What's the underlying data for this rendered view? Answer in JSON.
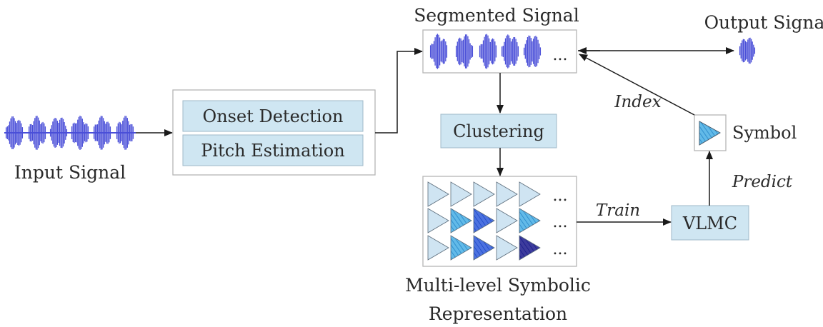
{
  "labels": {
    "input_signal": "Input Signal",
    "segmented_signal": "Segmented Signal",
    "output_signal": "Output Signal",
    "onset_detection": "Onset Detection",
    "pitch_estimation": "Pitch Estimation",
    "clustering": "Clustering",
    "multilevel_line1": "Multi-level Symbolic",
    "multilevel_line2": "Representation",
    "vlmc": "VLMC",
    "symbol": "Symbol",
    "index": "Index",
    "predict": "Predict",
    "train": "Train",
    "ellipsis": "..."
  },
  "colors": {
    "box_fill": "#cfe6f2",
    "box_stroke": "#9fb8c8",
    "waveform": "#4a4fd8",
    "tri_light": "#cfe4f2",
    "tri_cyan": "#2ea3e0",
    "tri_blue": "#1f4fd8",
    "tri_dark": "#1b1a8c",
    "arrow": "#1a1a1a"
  }
}
